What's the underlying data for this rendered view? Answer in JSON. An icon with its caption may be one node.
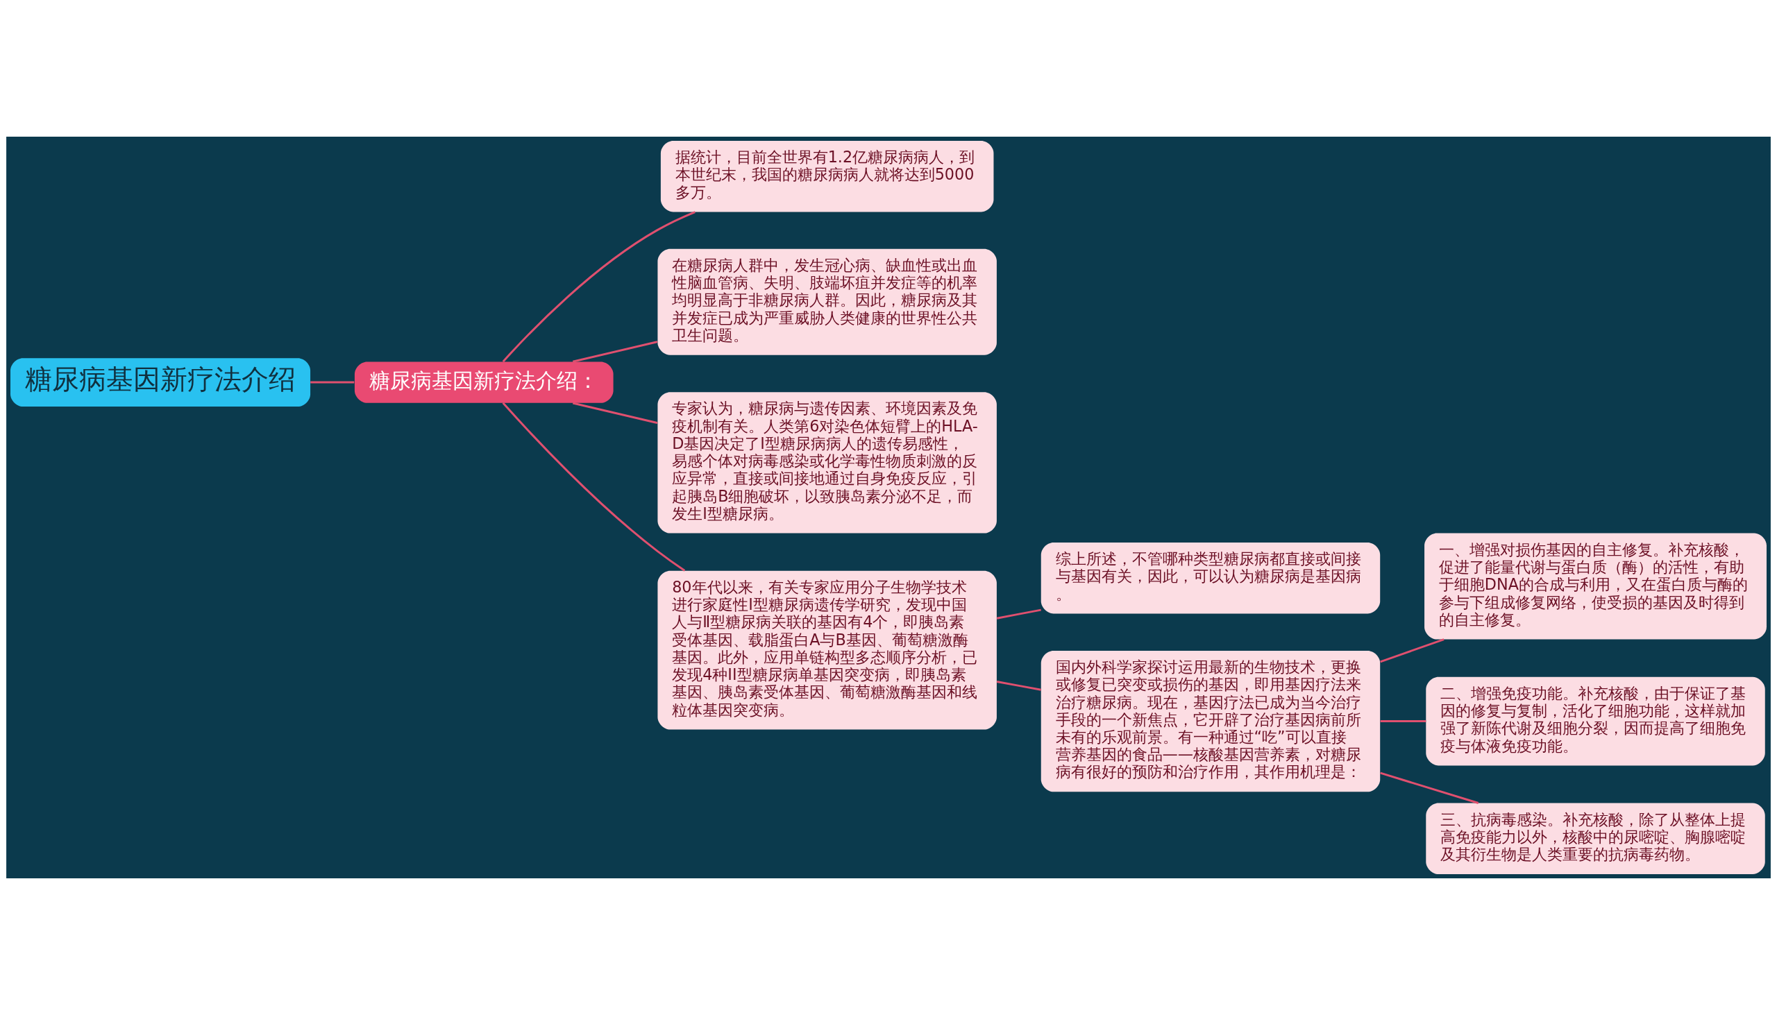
{
  "diagram": {
    "nodes": [
      {
        "text": [
          "糖尿病基因新疗法介绍"
        ]
      },
      {
        "text": [
          "糖尿病基因新疗法介绍："
        ]
      },
      {
        "text": [
          "据统计，目前全世界有1.2亿糖尿病病人，到本世纪末，我国的糖尿病病人就将达到5000多万。"
        ]
      },
      {
        "text": [
          "在糖尿病人群中，发生冠心病、缺血性或出血性脑血管病、失明、肢端坏疽并发症等的机率均明显高于非糖尿病人群。因此，糖尿病及其并发症已成为严重威胁人类健康的世界性公共卫生问题。"
        ]
      },
      {
        "text": [
          "专家认为，糖尿病与遗传因素、环境因素及免疫机制有关。人类第6对染色体短臂上的HLA-D基因决定了Ⅰ型糖尿病病人的遗传易感性，易感个体对病毒感染或化学毒性物质刺激的反应异常，直接或间接地通过自身免疫反应，引起胰岛B细胞破坏，以致胰岛素分泌不足，而发生Ⅰ型糖尿病。"
        ]
      },
      {
        "text": [
          "80年代以来，有关专家应用分子生物学技术进行家庭性Ⅰ型糖尿病遗传学研究，发现中国人与Ⅱ型糖尿病关联的基因有4个，即胰岛素受体基因、载脂蛋白A与B基因、葡萄糖激酶基因。此外，应用单链构型多态顺序分析，已发现4种II型糖尿病单基因突变病，即胰岛素基因、胰岛素受体基因、葡萄糖激酶基因和线粒体基因突变病。"
        ]
      },
      {
        "text": [
          "综上所述，不管哪种类型糖尿病都直接或间接与基因有关，因此，可以认为糖尿病是基因病。"
        ]
      },
      {
        "text": [
          "国内外科学家探讨运用最新的生物技术，更换或修复已突变或损伤的基因，即用基因疗法来治疗糖尿病。现在，基因疗法已成为当今治疗手段的一个新焦点，它开辟了治疗基因病前所未有的乐观前景。有一种通过“吃”可以直接营养基因的食品——核酸基因营养素，对糖尿病有很好的预防和治疗作用，其作用机理是："
        ]
      },
      {
        "text": [
          "一、增强对损伤基因的自主修复。补充核酸，促进了能量代谢与蛋白质（酶）的活性，有助于细胞DNA的合成与利用，又在蛋白质与酶的参与下组成修复网络，使受损的基因及时得到的自主修复。"
        ]
      },
      {
        "text": [
          "二、增强免疫功能。补充核酸，由于保证了基因的修复与复制，活化了细胞功能，这样就加强了新陈代谢及细胞分裂，因而提高了细胞免疫与体液免疫功能。"
        ]
      },
      {
        "text": [
          "三、抗病毒感染。补充核酸，除了从整体上提高免疫能力以外，核酸中的尿嘧啶、胸腺嘧啶及其衍生物是人类重要的抗病毒药物。"
        ]
      }
    ],
    "edges": [
      {
        "from": 0,
        "to": 1,
        "arrow": "none"
      },
      {
        "from": 1,
        "to": 2,
        "arrow": "none"
      },
      {
        "from": 1,
        "to": 3,
        "arrow": "none"
      },
      {
        "from": 1,
        "to": 4,
        "arrow": "none"
      },
      {
        "from": 1,
        "to": 5,
        "arrow": "none"
      },
      {
        "from": 5,
        "to": 6,
        "arrow": "none"
      },
      {
        "from": 5,
        "to": 7,
        "arrow": "none"
      },
      {
        "from": 7,
        "to": 8,
        "arrow": "none"
      },
      {
        "from": 7,
        "to": 9,
        "arrow": "none"
      },
      {
        "from": 7,
        "to": 10,
        "arrow": "none"
      }
    ]
  }
}
